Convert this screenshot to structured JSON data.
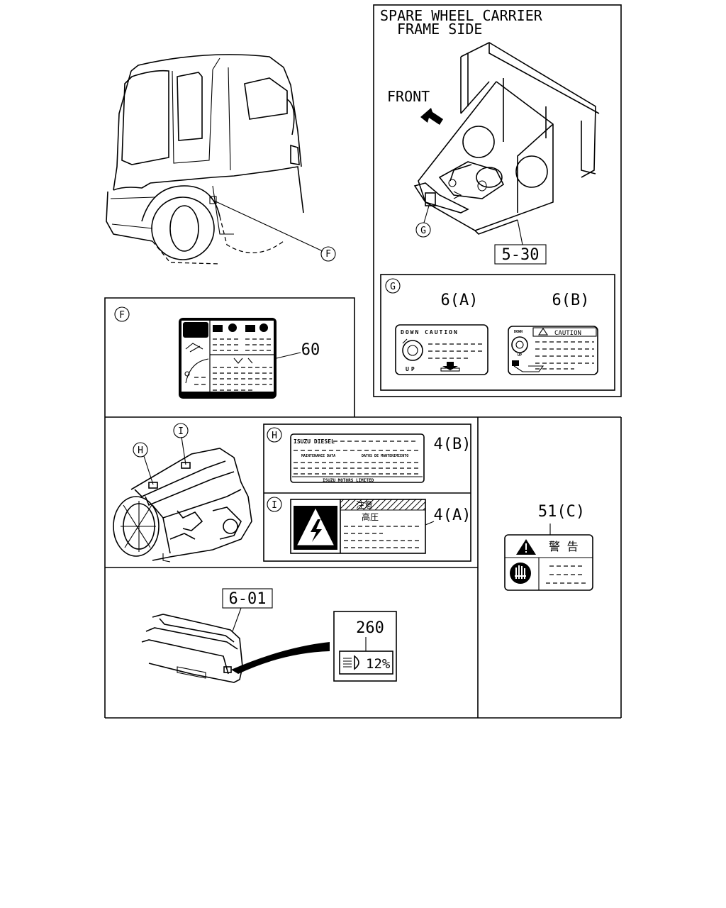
{
  "spare_wheel": {
    "title_line1": "SPARE WHEEL CARRIER",
    "title_line2": "FRAME SIDE",
    "front_label": "FRONT",
    "ref": "5-30"
  },
  "callouts": {
    "f": "F",
    "g": "G",
    "h": "H",
    "i": "I"
  },
  "parts": {
    "p60": "60",
    "p6a": "6(A)",
    "p6b": "6(B)",
    "p4b": "4(B)",
    "p4a": "4(A)",
    "p51c": "51(C)",
    "p601": "6-01",
    "p260": "260"
  },
  "labels": {
    "down_caution": "DOWN CAUTION",
    "up": "UP",
    "down_small": "DOWN",
    "caution": "CAUTION",
    "isuzu_diesel": "ISUZU DIESEL",
    "maintenance_data": "MAINTENANCE DATA",
    "datos": "DATOS DE MANTENIMIENTO",
    "isuzu_motors": "ISUZU MOTORS LIMITED",
    "chuui": "注意",
    "kouatsu": "高圧",
    "keikoku": "警 告",
    "headlight_pct": "12%"
  }
}
